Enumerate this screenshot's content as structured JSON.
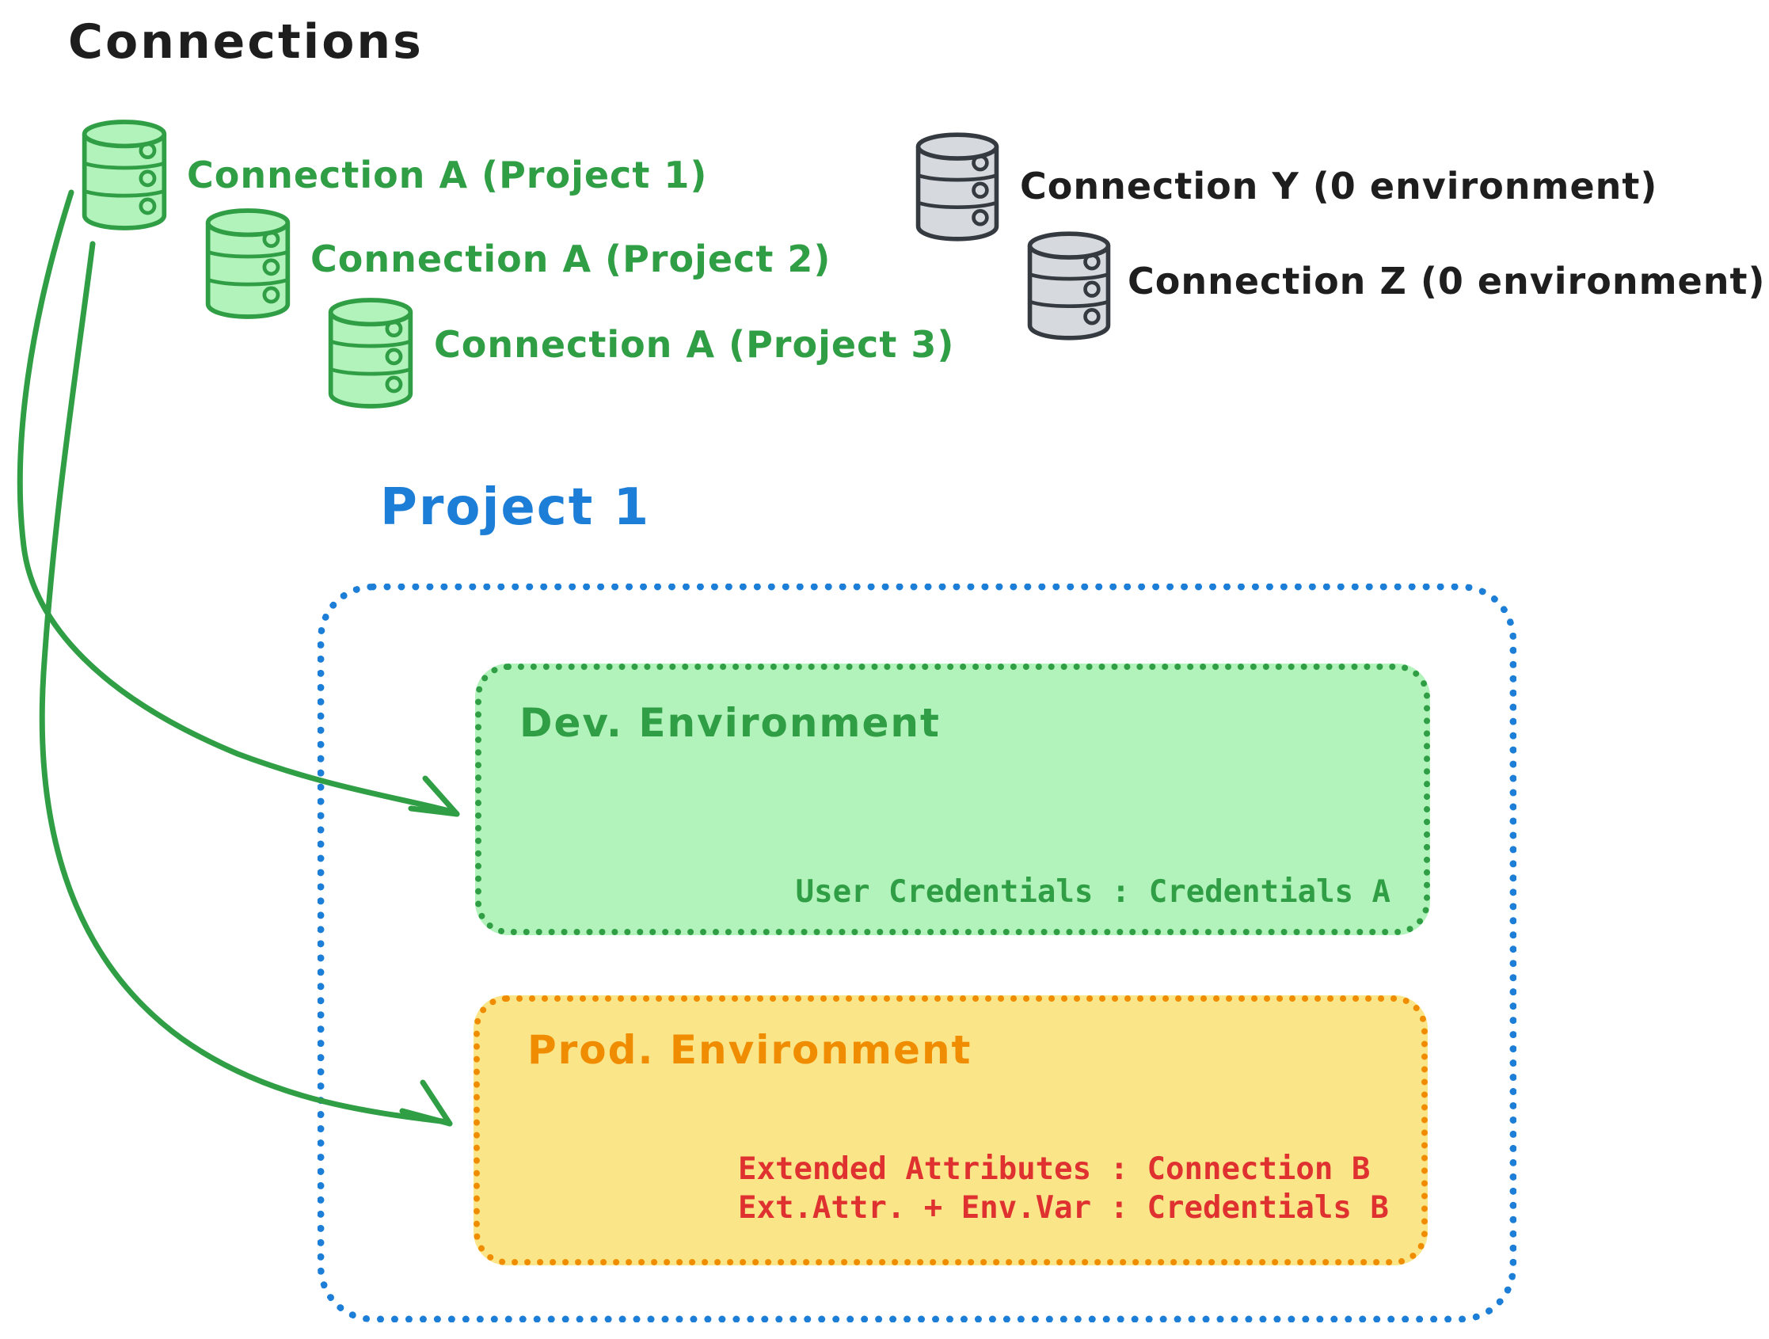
{
  "title": "Connections",
  "colors": {
    "ink": "#1e1e1e",
    "green_stroke": "#2f9e44",
    "green_fill": "#b2f2bb",
    "blue": "#1c7ed6",
    "orange": "#f08c00",
    "yellow_fill": "#fae588",
    "red": "#e03131",
    "gray_fill": "#d6dade",
    "gray_stroke": "#343a40"
  },
  "connections_green": [
    {
      "icon": "database-icon",
      "label": "Connection A (Project 1)"
    },
    {
      "icon": "database-icon",
      "label": "Connection A (Project 2)"
    },
    {
      "icon": "database-icon",
      "label": "Connection A (Project 3)"
    }
  ],
  "connections_gray": [
    {
      "icon": "database-icon",
      "label": "Connection Y (0 environment)"
    },
    {
      "icon": "database-icon",
      "label": "Connection Z (0 environment)"
    }
  ],
  "project": {
    "label": "Project 1",
    "dev_environment": {
      "title": "Dev. Environment",
      "mapping": "User Credentials : Credentials A"
    },
    "prod_environment": {
      "title": "Prod. Environment",
      "mappings": [
        "Extended Attributes : Connection B",
        "Ext.Attr. + Env.Var : Credentials B"
      ]
    }
  },
  "arrows": [
    {
      "name": "connection-a-to-dev-environment"
    },
    {
      "name": "connection-a-to-prod-environment"
    }
  ]
}
